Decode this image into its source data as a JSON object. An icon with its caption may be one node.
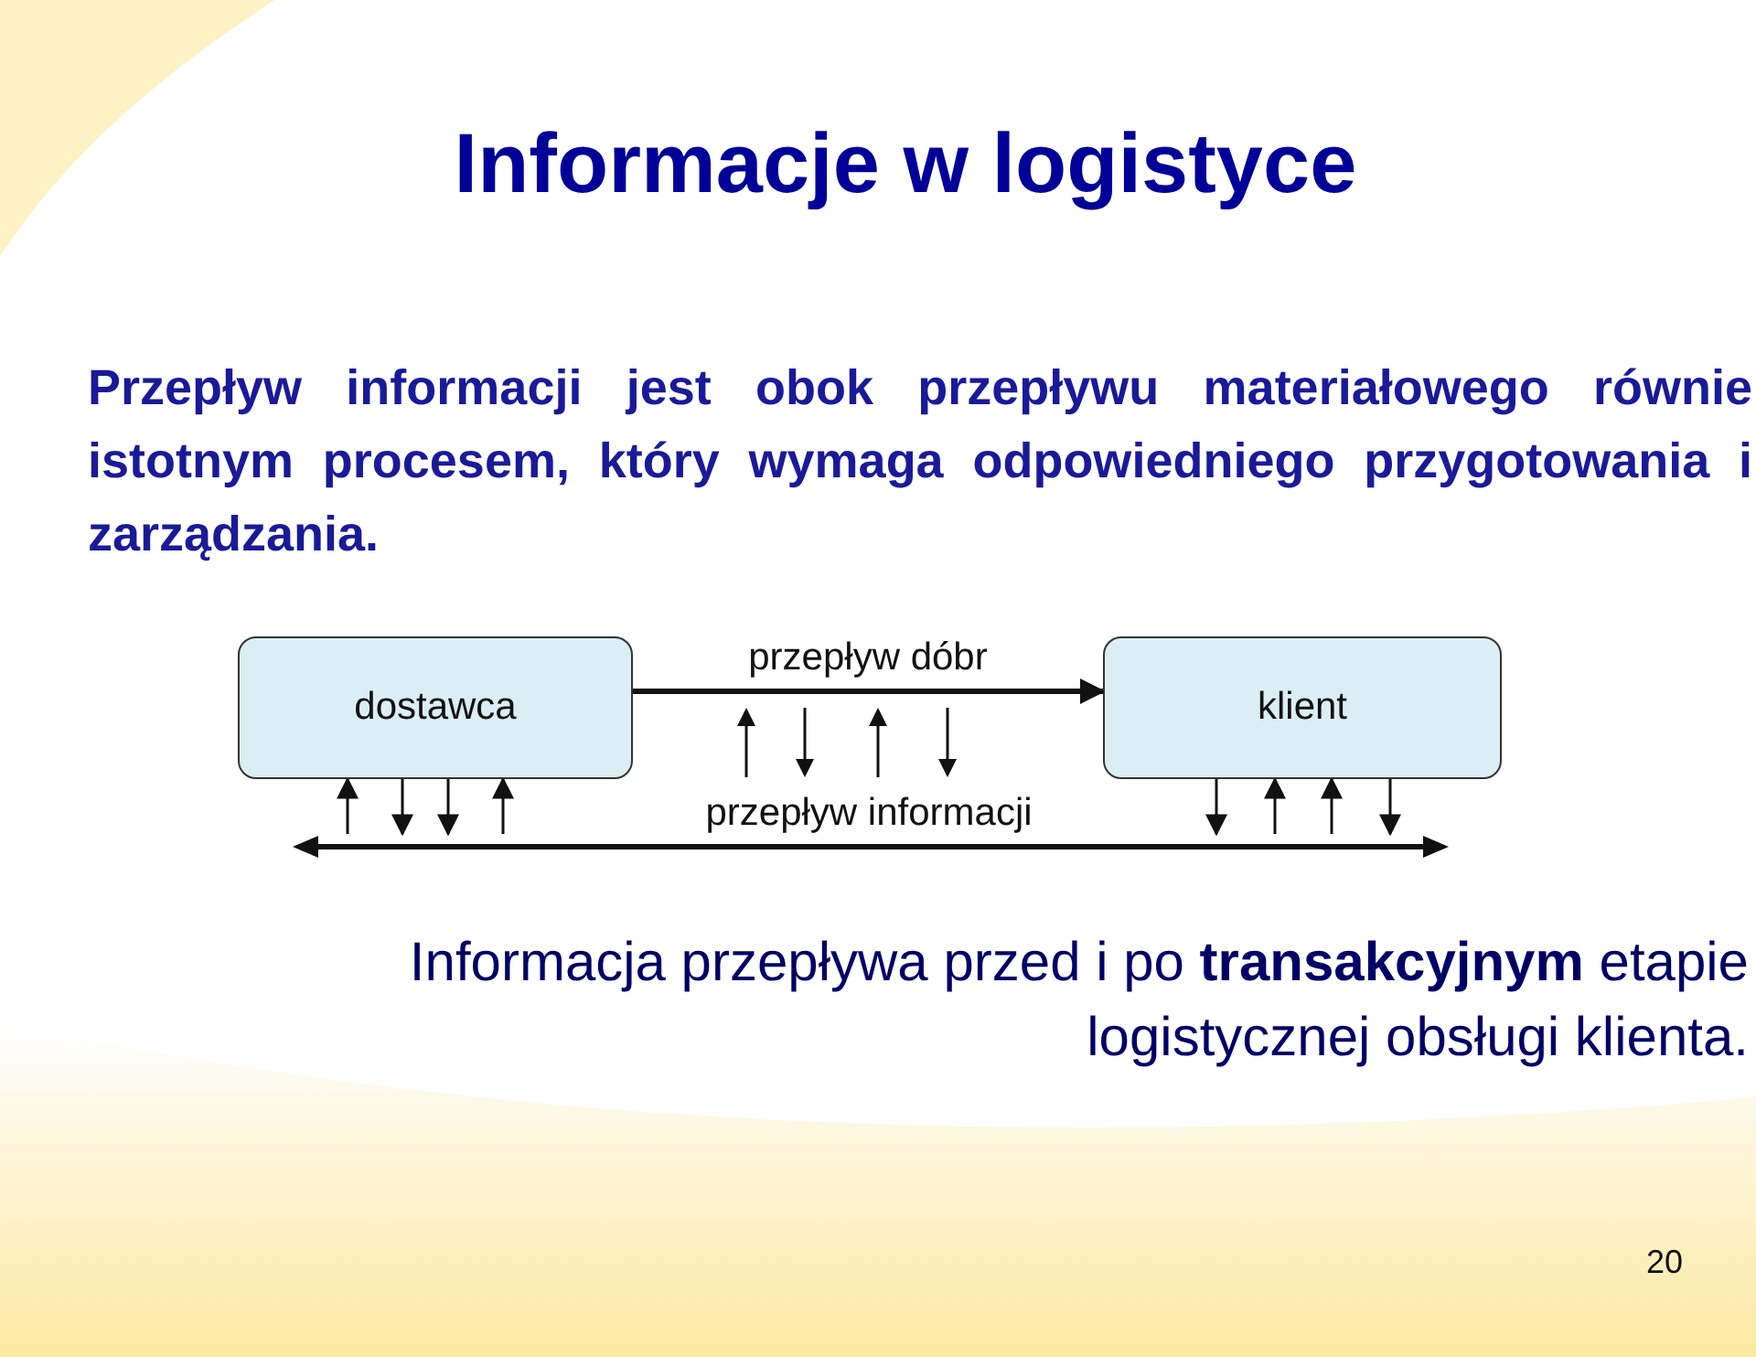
{
  "diagram": {
    "title": "Informacje w logistyce",
    "nodes": [
      {
        "text": [
          "dostawca"
        ]
      },
      {
        "text": [
          "klient"
        ]
      },
      {
        "text": [],
        "shape": "bar",
        "beside": [
          "przepływ informacji"
        ]
      }
    ],
    "edges": [
      {
        "from": 0,
        "to": 1,
        "arrow": "to",
        "style": "thick",
        "label": "przepływ dóbr"
      },
      {
        "from": 2,
        "to": 0,
        "arrow": "to"
      },
      {
        "from": 0,
        "to": 2,
        "arrow": "to"
      },
      {
        "from": 0,
        "to": 2,
        "arrow": "to"
      },
      {
        "from": 2,
        "to": 0,
        "arrow": "to"
      },
      {
        "from": 1,
        "to": 2,
        "arrow": "to"
      },
      {
        "from": 2,
        "to": 1,
        "arrow": "to"
      },
      {
        "from": 2,
        "to": 1,
        "arrow": "to"
      },
      {
        "from": 1,
        "to": 2,
        "arrow": "to"
      }
    ],
    "labels": [
      "Przepływ informacji jest obok przepływu materiałowego równie istotnym procesem, który wymaga odpowiedniego przygotowania i zarządzania.",
      "20"
    ],
    "caption": "Informacja przepływa przed i po **transakcyjnym** etapie logistycznej obsługi klienta."
  }
}
